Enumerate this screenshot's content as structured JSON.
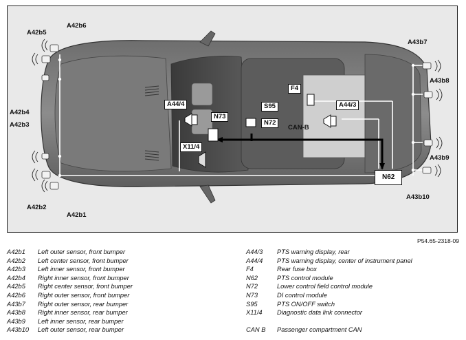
{
  "diagram": {
    "callouts": {
      "A42b5": "A42b5",
      "A42b6": "A42b6",
      "A42b4": "A42b4",
      "A42b3": "A42b3",
      "A42b2": "A42b2",
      "A42b1": "A42b1",
      "A43b7": "A43b7",
      "A43b8": "A43b8",
      "A43b9": "A43b9",
      "A43b10": "A43b10",
      "A44_4": "A44/4",
      "A44_3": "A44/3",
      "N73": "N73",
      "S95": "S95",
      "N72": "N72",
      "F4": "F4",
      "X11_4": "X11/4",
      "CAN_B": "CAN-B",
      "N62": "N62"
    },
    "reference_code": "P54.65-2318-09"
  },
  "legend_left": [
    {
      "code": "A42b1",
      "desc": "Left outer sensor, front bumper"
    },
    {
      "code": "A42b2",
      "desc": "Left center sensor, front bumper"
    },
    {
      "code": "A42b3",
      "desc": "Left inner sensor, front bumper"
    },
    {
      "code": "A42b4",
      "desc": "Right inner sensor, front bumper"
    },
    {
      "code": "A42b5",
      "desc": "Right center sensor, front bumper"
    },
    {
      "code": "A42b6",
      "desc": "Right outer sensor, front bumper"
    },
    {
      "code": "A43b7",
      "desc": "Right outer sensor, rear bumper"
    },
    {
      "code": "A43b8",
      "desc": "Right inner sensor, rear bumper"
    },
    {
      "code": "A43b9",
      "desc": "Left inner sensor, rear bumper"
    },
    {
      "code": "A43b10",
      "desc": "Left outer sensor, rear bumper"
    }
  ],
  "legend_right": [
    {
      "code": "A44/3",
      "desc": "PTS warning display, rear"
    },
    {
      "code": "A44/4",
      "desc": "PTS warning display, center of instrument panel"
    },
    {
      "code": "F4",
      "desc": "Rear fuse box"
    },
    {
      "code": "N62",
      "desc": "PTS control module"
    },
    {
      "code": "N72",
      "desc": "Lower control field control module"
    },
    {
      "code": "N73",
      "desc": "DI control module"
    },
    {
      "code": "S95",
      "desc": "PTS ON/OFF switch"
    },
    {
      "code": "X11/4",
      "desc": "Diagnostic data link connector"
    }
  ],
  "legend_right_extra": {
    "code": "CAN B",
    "desc": "Passenger compartment CAN"
  }
}
